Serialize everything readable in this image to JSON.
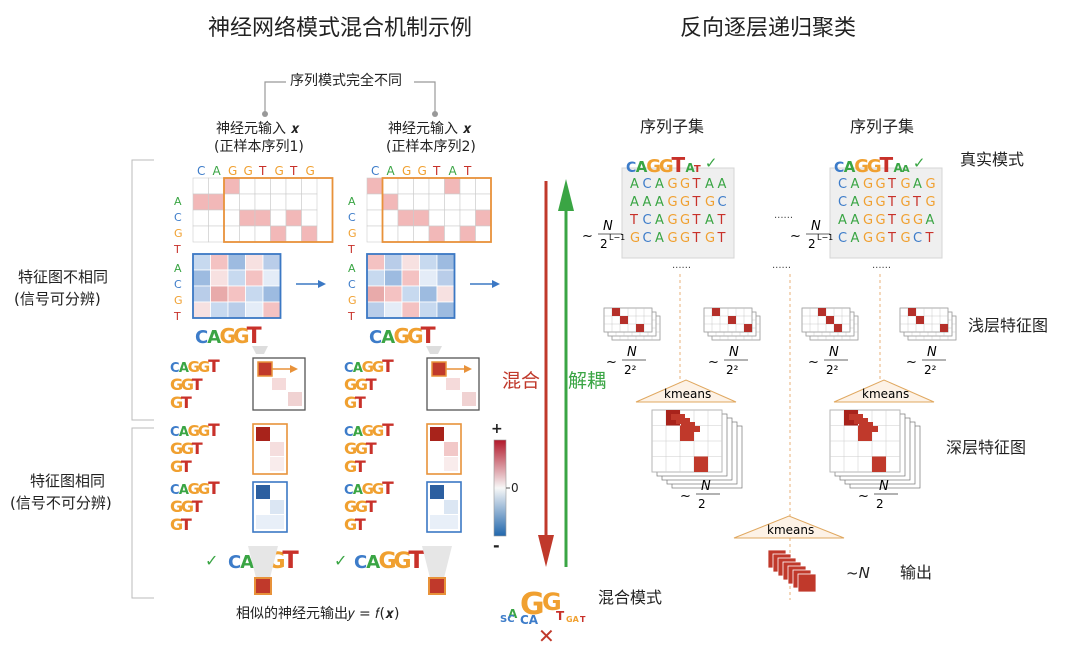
{
  "left_title": "神经网络模式混合机制示例",
  "right_title": "反向逐层递归聚类",
  "seq_diff_label": "序列模式完全不同",
  "input1": {
    "line1": "神经元输入 𝒙",
    "line2": "(正样本序列1)",
    "seq": [
      "C",
      "A",
      "G",
      "G",
      "T",
      "G",
      "T",
      "G"
    ]
  },
  "input2": {
    "line1": "神经元输入 𝒙",
    "line2": "(正样本序列2)",
    "seq": [
      "C",
      "A",
      "G",
      "G",
      "T",
      "A",
      "T"
    ]
  },
  "row_labels": [
    "A",
    "C",
    "G",
    "T"
  ],
  "motif_caggt": "CAGGT",
  "motif_ggt": "GGT",
  "motif_gt": "GT",
  "side_label_different": [
    "特征图不相同",
    "(信号可分辨)"
  ],
  "side_label_same": [
    "特征图相同",
    "(信号不可分辨)"
  ],
  "colorbar": {
    "plus": "+",
    "zero": "0",
    "minus": "-"
  },
  "output_label": "相似的神经元输出𝑦 = 𝑓(𝒙)",
  "mix_label": "混合",
  "decouple_label": "解耦",
  "mixed_motif_label": "混合模式",
  "check_mark": "✓",
  "cross_mark": "✕",
  "subset_label": "序列子集",
  "subset_size": "~ N / 2^(L-1)",
  "true_motif_label": "真实模式",
  "subset1_seqs": [
    "ACAGGTAA",
    "AAAGGTGC",
    "TCAGGTAT",
    "GCAGGTGT"
  ],
  "subset2_seqs": [
    "CAGGTGAG",
    "CAGGTGTG",
    "AAGGTGGA",
    "CAGGTGCT"
  ],
  "ellipsis": "......",
  "shallow_label": "浅层特征图",
  "shallow_size": "~ N / 2²",
  "kmeans": "kmeans",
  "deep_label": "深层特征图",
  "deep_size": "~ N / 2",
  "output_size": "~N",
  "output_word": "输出",
  "colors": {
    "A": "#3aa544",
    "C": "#3d7cc9",
    "G": "#f0a030",
    "T": "#c8312a",
    "frame_orange": "#e8923a",
    "frame_blue": "#3b78c4",
    "mix_red": "#c0392b",
    "decouple_green": "#3aa544",
    "heat_red": "#d36a6a",
    "heat_blue": "#7aa3d3"
  }
}
